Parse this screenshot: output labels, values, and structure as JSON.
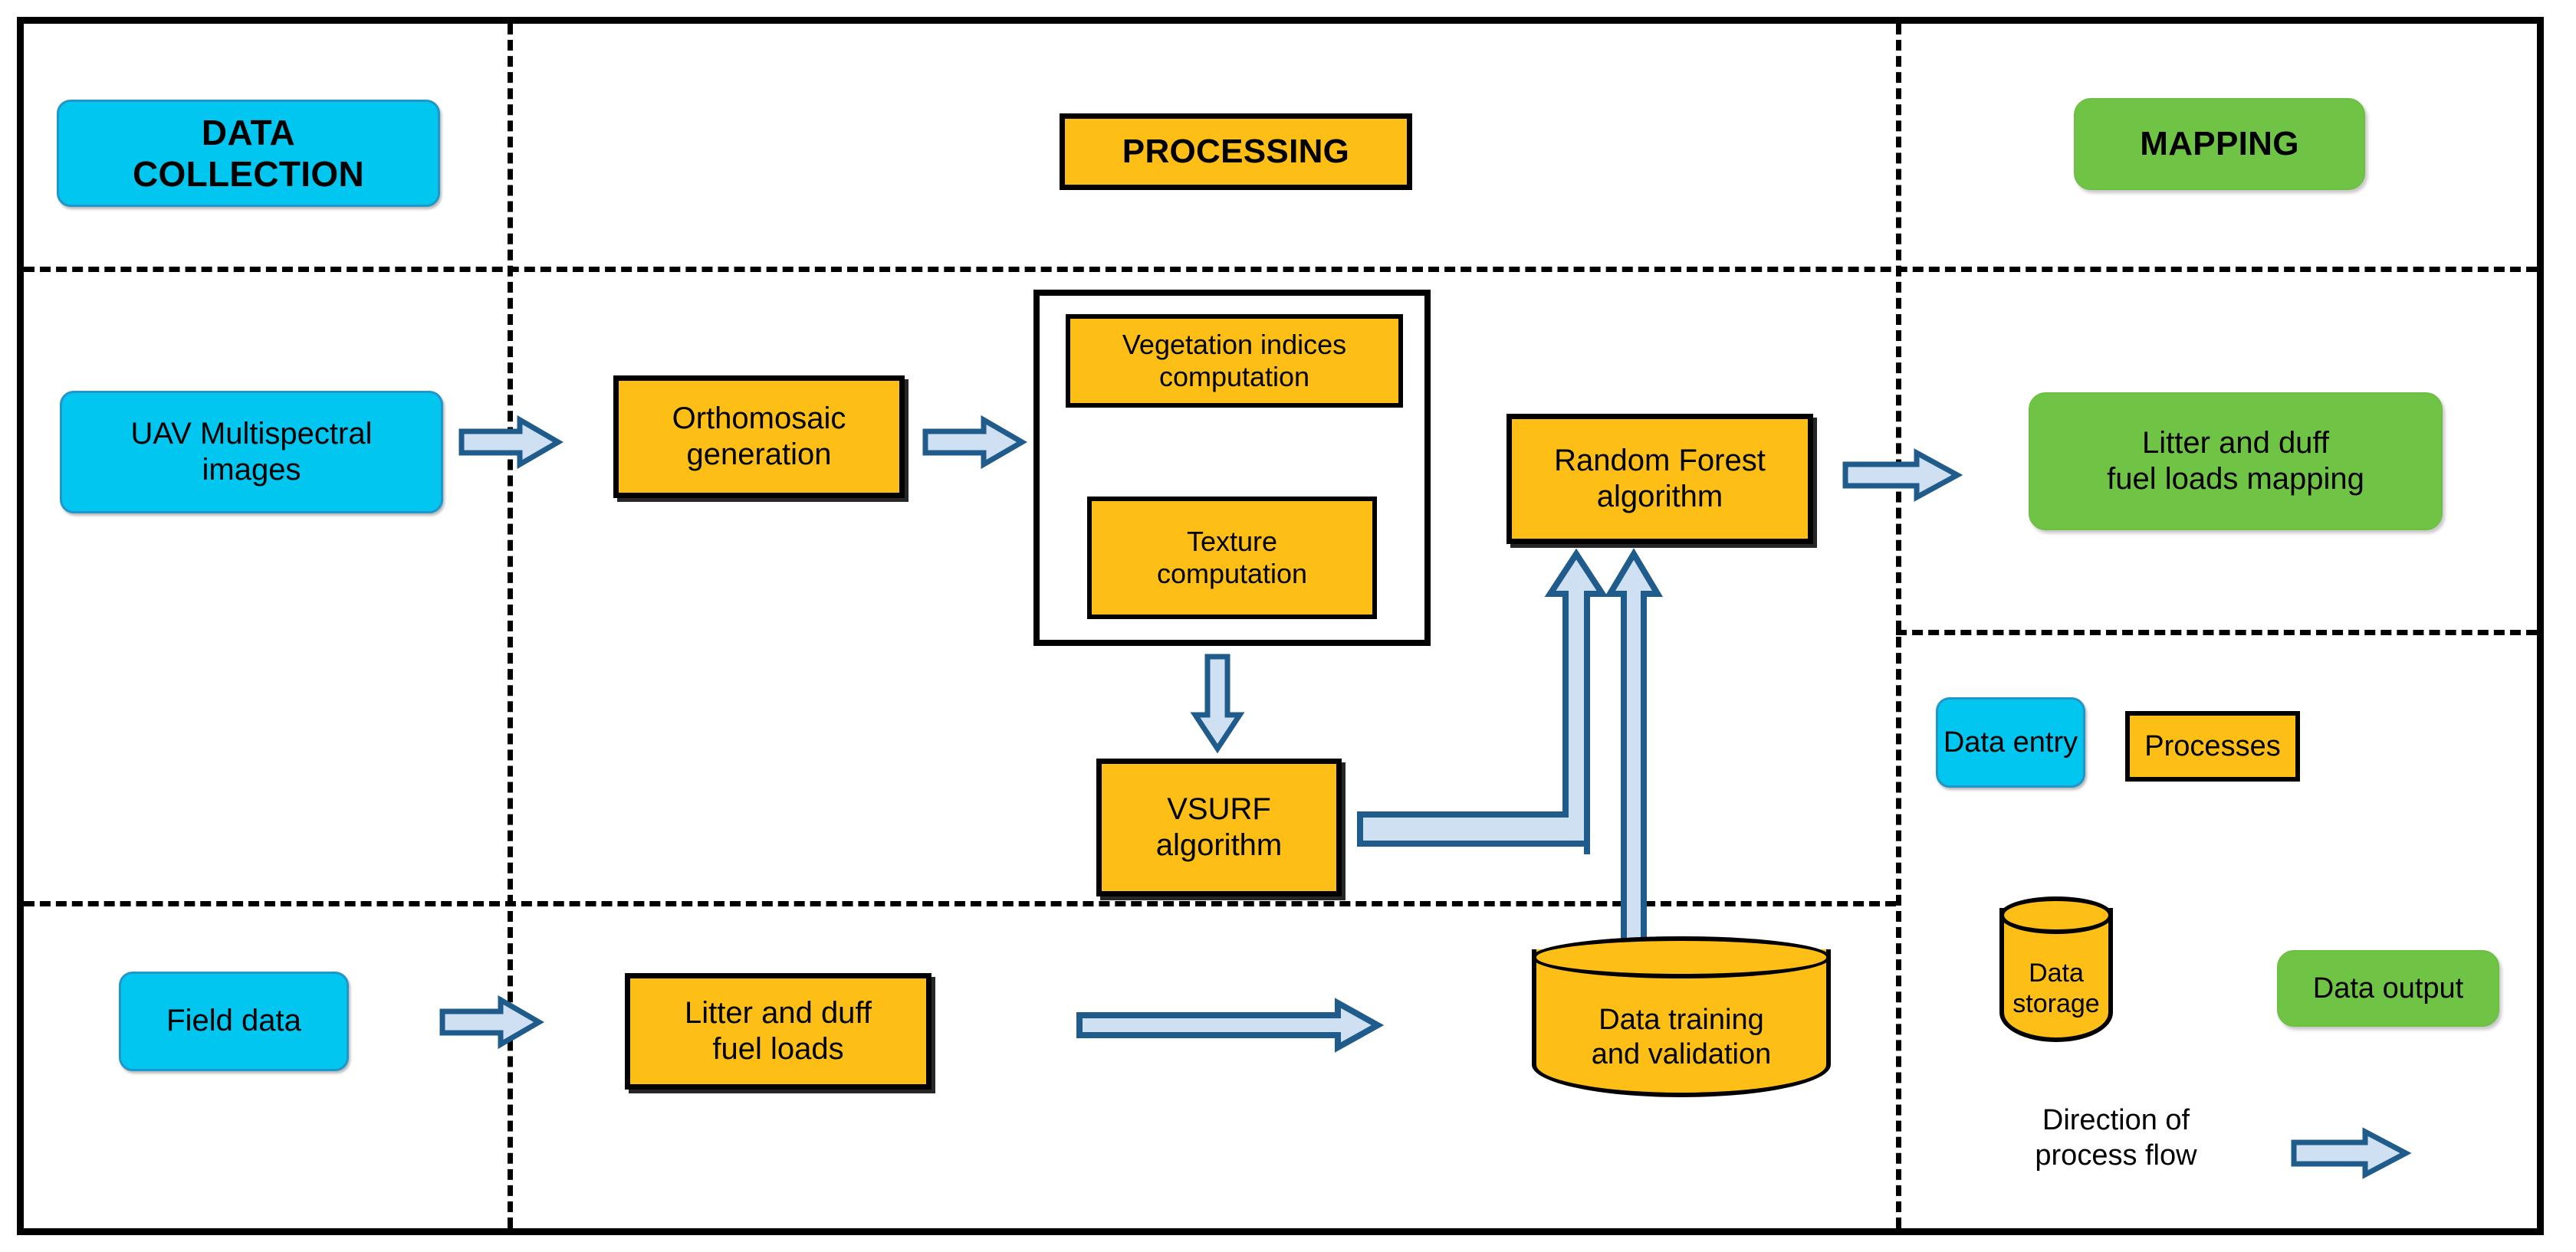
{
  "diagram": {
    "title_banners": [
      {
        "id": "data-collection",
        "label": "DATA\nCOLLECTION",
        "color": "#00c6f0"
      },
      {
        "id": "processing",
        "label": "PROCESSING",
        "color": "#fdbe15"
      },
      {
        "id": "mapping",
        "label": "MAPPING",
        "color": "#70c445"
      }
    ],
    "nodes": {
      "uav_images": "UAV Multispectral\nimages",
      "orthomosaic": "Orthomosaic\ngeneration",
      "vegetation_indices": "Vegetation indices\ncomputation",
      "texture": "Texture\ncomputation",
      "vsurf": "VSURF\nalgorithm",
      "random_forest": "Random Forest\nalgorithm",
      "mapping_output": "Litter and duff\nfuel loads mapping",
      "field_data": "Field data",
      "litter_duff_loads": "Litter and duff\nfuel loads",
      "data_training": "Data training\nand validation"
    },
    "legend": {
      "data_entry": "Data entry",
      "processes": "Processes",
      "data_storage": "Data\nstorage",
      "data_output": "Data output",
      "flow_label": "Direction of\nprocess flow"
    },
    "colors": {
      "data_entry": "#00c6f0",
      "process": "#fdbe15",
      "data_output": "#70c445",
      "arrow_stroke": "#1f5c8b",
      "arrow_fill": "#cfe0f2",
      "frame": "#000000"
    }
  }
}
